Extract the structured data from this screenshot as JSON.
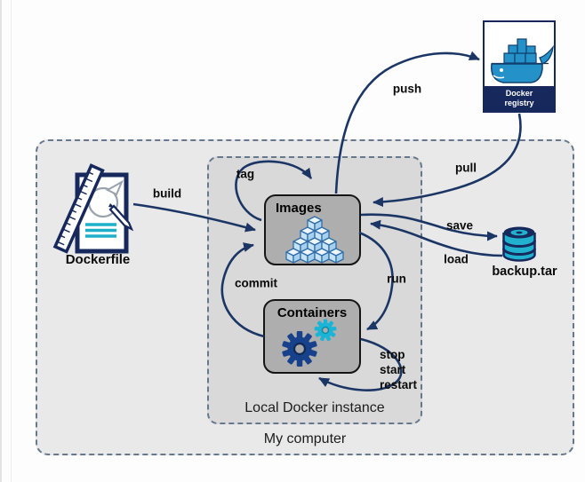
{
  "zones": {
    "outer": {
      "label": "My computer"
    },
    "inner": {
      "label": "Local Docker instance"
    }
  },
  "nodes": {
    "dockerfile": {
      "label": "Dockerfile"
    },
    "images": {
      "label": "Images"
    },
    "containers": {
      "label": "Containers"
    },
    "registry": {
      "line1": "Docker",
      "line2": "registry"
    },
    "backup": {
      "label": "backup.tar"
    }
  },
  "edge_labels": {
    "build": "build",
    "tag": "tag",
    "push": "push",
    "pull": "pull",
    "save": "save",
    "load": "load",
    "run": "run",
    "commit": "commit",
    "stop": "stop",
    "start": "start",
    "restart": "restart"
  },
  "colors": {
    "arrow_navy": "#1b3564",
    "zone_outer_fill": "#e9e9e9",
    "zone_inner_fill": "#d9d9d9",
    "node_fill": "#aeaeae",
    "registry_band": "#16285c",
    "whale_blue": "#2492c8",
    "cyan": "#21b1cf",
    "cube_light_blue": "#c6e2f7"
  }
}
